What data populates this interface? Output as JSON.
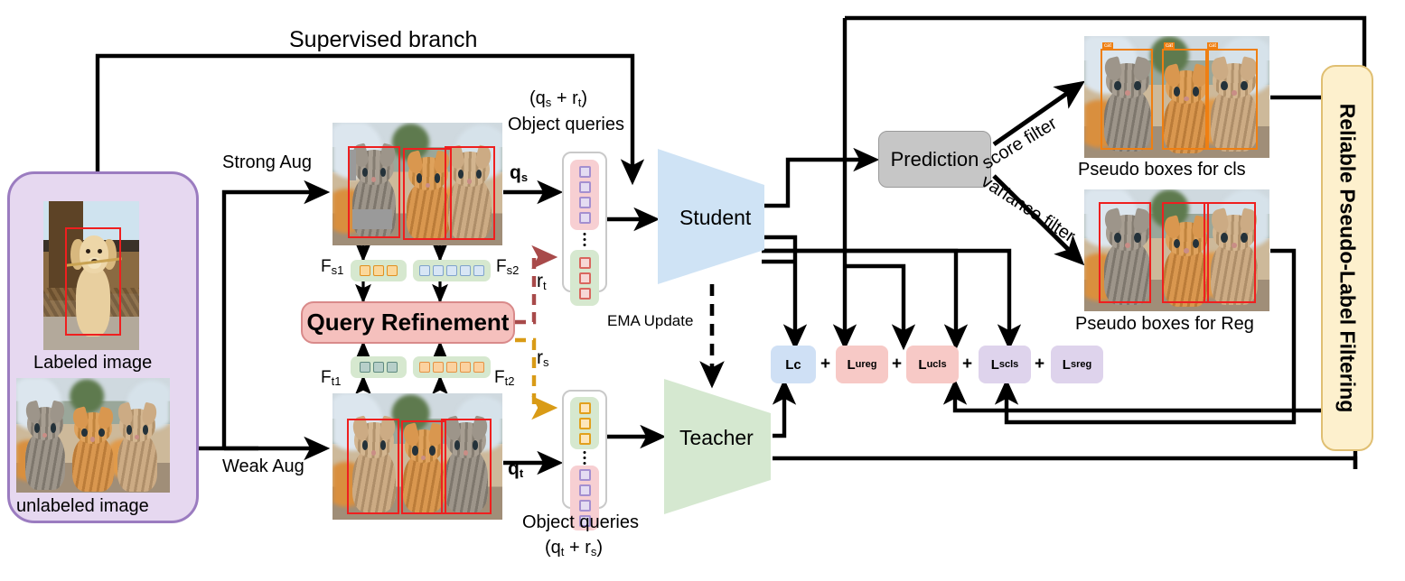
{
  "diagram": {
    "title_label": "Supervised branch",
    "left_panel": {
      "labeled_caption": "Labeled image",
      "unlabeled_caption": "unlabeled image",
      "fill_color": "#e6d8f0",
      "border_color": "#9b7cc0"
    },
    "augmentations": {
      "strong": "Strong Aug",
      "weak": "Weak Aug"
    },
    "features": {
      "fs1": "F",
      "fs1_sub": "s1",
      "fs2": "F",
      "fs2_sub": "s2",
      "ft1": "F",
      "ft1_sub": "t1",
      "ft2": "F",
      "ft2_sub": "t2",
      "fs1_tokens": 3,
      "fs2_tokens": 5,
      "ft1_tokens": 3,
      "ft2_tokens": 5
    },
    "query_refinement": {
      "label": "Query Refinement",
      "fill_color": "#f5c0bd",
      "border_color": "#d98a8a"
    },
    "residuals": {
      "rt": "r",
      "rt_sub": "t",
      "rt_color": "#a84a4a",
      "rs": "r",
      "rs_sub": "s",
      "rs_color": "#d99b16"
    },
    "queries": {
      "qs": "q",
      "qs_sub": "s",
      "qt": "q",
      "qt_sub": "t",
      "top_title_line1": "(q",
      "top_title_sub1": "s",
      "top_title_mid": " + r",
      "top_title_sub2": "t",
      "top_title_end": ")",
      "top_title_line2": "Object queries",
      "bottom_title_line1": "Object queries",
      "bottom_title_line2_a": "(q",
      "bottom_title_line2_sub1": "t",
      "bottom_title_line2_mid": " + r",
      "bottom_title_line2_sub2": "s",
      "bottom_title_line2_end": ")",
      "top_purple_count": 4,
      "top_red_count": 3,
      "bottom_orange_count": 3,
      "bottom_purple_count": 4
    },
    "models": {
      "student": "Student",
      "student_color": "#cfe3f5",
      "teacher": "Teacher",
      "teacher_color": "#d5e8d0",
      "ema": "EMA Update"
    },
    "prediction": {
      "label": "Prediction",
      "fill_color": "#c6c6c6"
    },
    "filters": {
      "score": "score filter",
      "variance": "variance filter"
    },
    "pseudo": {
      "cls_caption": "Pseudo boxes for cls",
      "reg_caption": "Pseudo boxes for Reg",
      "cls_box_color": "#ef7f12",
      "reg_box_color": "#ef1f1f",
      "cls_tag": "cat"
    },
    "filtering_box": {
      "label": "Reliable Pseudo-Label Filtering",
      "fill_color": "#fdf0cd",
      "border_color": "#e0bf72"
    },
    "losses": [
      {
        "base": "Lc",
        "sub": "",
        "sup": "",
        "color": "#cfe0f5",
        "style": "blue"
      },
      {
        "base": "L",
        "sub": "u",
        "sup": "reg",
        "color": "#f7c9c6",
        "style": "pinkred"
      },
      {
        "base": "L",
        "sub": "u",
        "sup": "cls",
        "color": "#f7c9c6",
        "style": "pinkred"
      },
      {
        "base": "L",
        "sub": "s",
        "sup": "cls",
        "color": "#ded3ec",
        "style": "purple"
      },
      {
        "base": "L",
        "sub": "s",
        "sup": "reg",
        "color": "#ded3ec",
        "style": "purple"
      }
    ],
    "plus_signs": [
      "+",
      "+",
      "+",
      "+"
    ]
  }
}
